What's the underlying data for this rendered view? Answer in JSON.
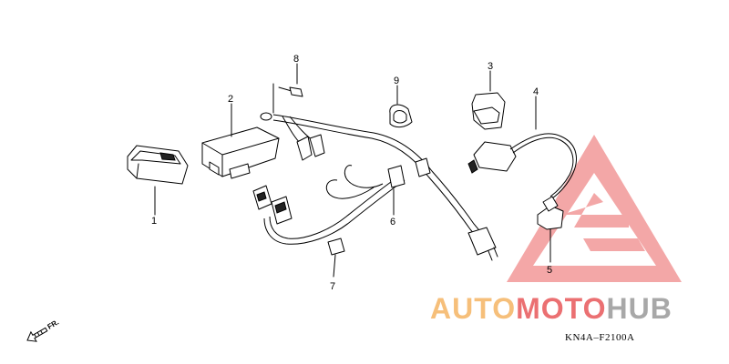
{
  "diagram": {
    "callouts": [
      {
        "id": "1",
        "label": "1"
      },
      {
        "id": "2",
        "label": "2"
      },
      {
        "id": "3",
        "label": "3"
      },
      {
        "id": "4",
        "label": "4"
      },
      {
        "id": "5",
        "label": "5"
      },
      {
        "id": "6",
        "label": "6"
      },
      {
        "id": "7",
        "label": "7"
      },
      {
        "id": "8",
        "label": "8"
      },
      {
        "id": "9",
        "label": "9"
      }
    ],
    "diagram_code": "KN4A–F2100A",
    "direction_label": "FR."
  },
  "watermark": {
    "text_part1": "AUTO",
    "text_part2": "MOTO",
    "text_part3": "HUB",
    "colors": {
      "orange": "#f5b463",
      "red": "#e8585a",
      "gray": "#9a9a9a",
      "triangle": "#f08a8a"
    }
  }
}
